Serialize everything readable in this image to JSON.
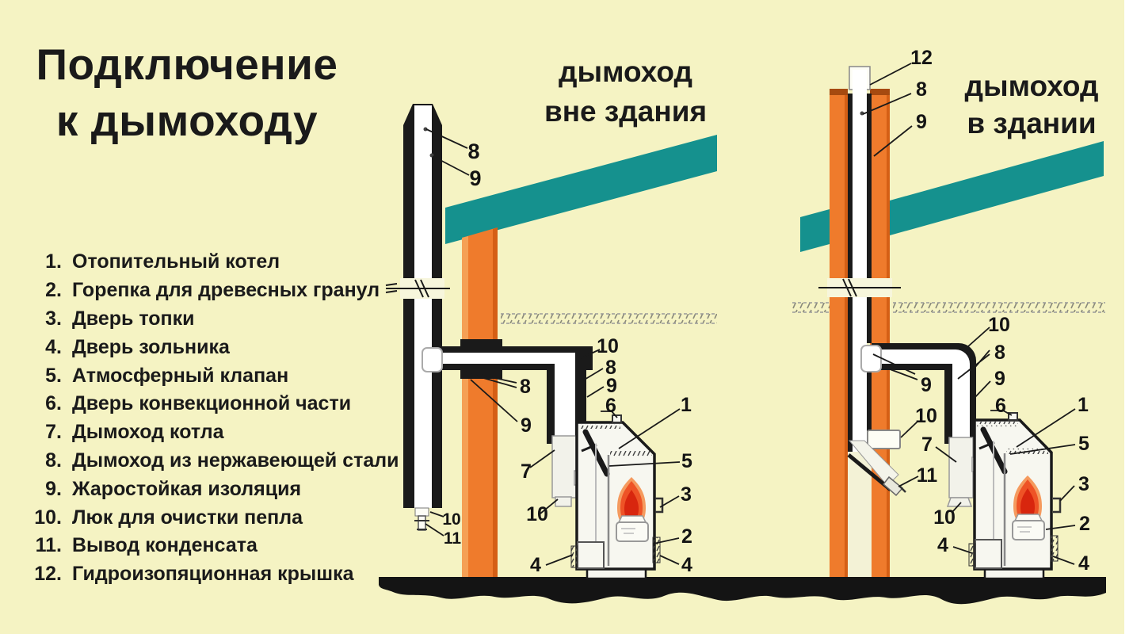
{
  "title": {
    "line1": "Подключение",
    "line2": "к дымоходу"
  },
  "legend": {
    "items": [
      {
        "num": "1.",
        "label": "Отопительный котел"
      },
      {
        "num": "2.",
        "label": "Горепка для древесных гранул"
      },
      {
        "num": "3.",
        "label": "Дверь топки"
      },
      {
        "num": "4.",
        "label": "Дверь зольника"
      },
      {
        "num": "5.",
        "label": "Атмосферный клапан"
      },
      {
        "num": "6.",
        "label": "Дверь конвекционной части"
      },
      {
        "num": "7.",
        "label": "Дымоход котла"
      },
      {
        "num": "8.",
        "label": "Дымоход из нержавеющей стали"
      },
      {
        "num": "9.",
        "label": "Жаростойкая изоляция"
      },
      {
        "num": "10.",
        "label": "Люк для очистки пепла"
      },
      {
        "num": "11.",
        "label": "Вывод конденсата"
      },
      {
        "num": "12.",
        "label": "Гидроизопяционная крышка"
      }
    ]
  },
  "middle": {
    "header_line1": "дымоход",
    "header_line2": "вне здания",
    "callouts": [
      {
        "n": "8"
      },
      {
        "n": "9"
      },
      {
        "n": "10"
      },
      {
        "n": "8"
      },
      {
        "n": "9"
      },
      {
        "n": "6"
      },
      {
        "n": "1"
      },
      {
        "n": "5"
      },
      {
        "n": "3"
      },
      {
        "n": "2"
      },
      {
        "n": "4"
      },
      {
        "n": "4"
      },
      {
        "n": "8"
      },
      {
        "n": "9"
      },
      {
        "n": "7"
      },
      {
        "n": "10"
      },
      {
        "n": "10"
      },
      {
        "n": "11"
      }
    ]
  },
  "right": {
    "header_line1": "дымоход",
    "header_line2": "в здании",
    "callouts": [
      {
        "n": "12"
      },
      {
        "n": "8"
      },
      {
        "n": "9"
      },
      {
        "n": "10"
      },
      {
        "n": "8"
      },
      {
        "n": "9"
      },
      {
        "n": "6"
      },
      {
        "n": "1"
      },
      {
        "n": "5"
      },
      {
        "n": "3"
      },
      {
        "n": "2"
      },
      {
        "n": "4"
      },
      {
        "n": "4"
      },
      {
        "n": "9"
      },
      {
        "n": "10"
      },
      {
        "n": "7"
      },
      {
        "n": "11"
      },
      {
        "n": "10"
      }
    ]
  },
  "colors": {
    "background": "#f5f3c3",
    "teal": "#15918e",
    "orange": "#ef7b2c",
    "orange_dark": "#d55f15",
    "orange_light": "#f5a055",
    "brick_cap": "#a64a10",
    "flame_halo": "#f59a5e",
    "flame_body": "#ee5326",
    "flame_core": "#d8260e",
    "ink": "#1a1a1a",
    "ground": "#141414"
  }
}
